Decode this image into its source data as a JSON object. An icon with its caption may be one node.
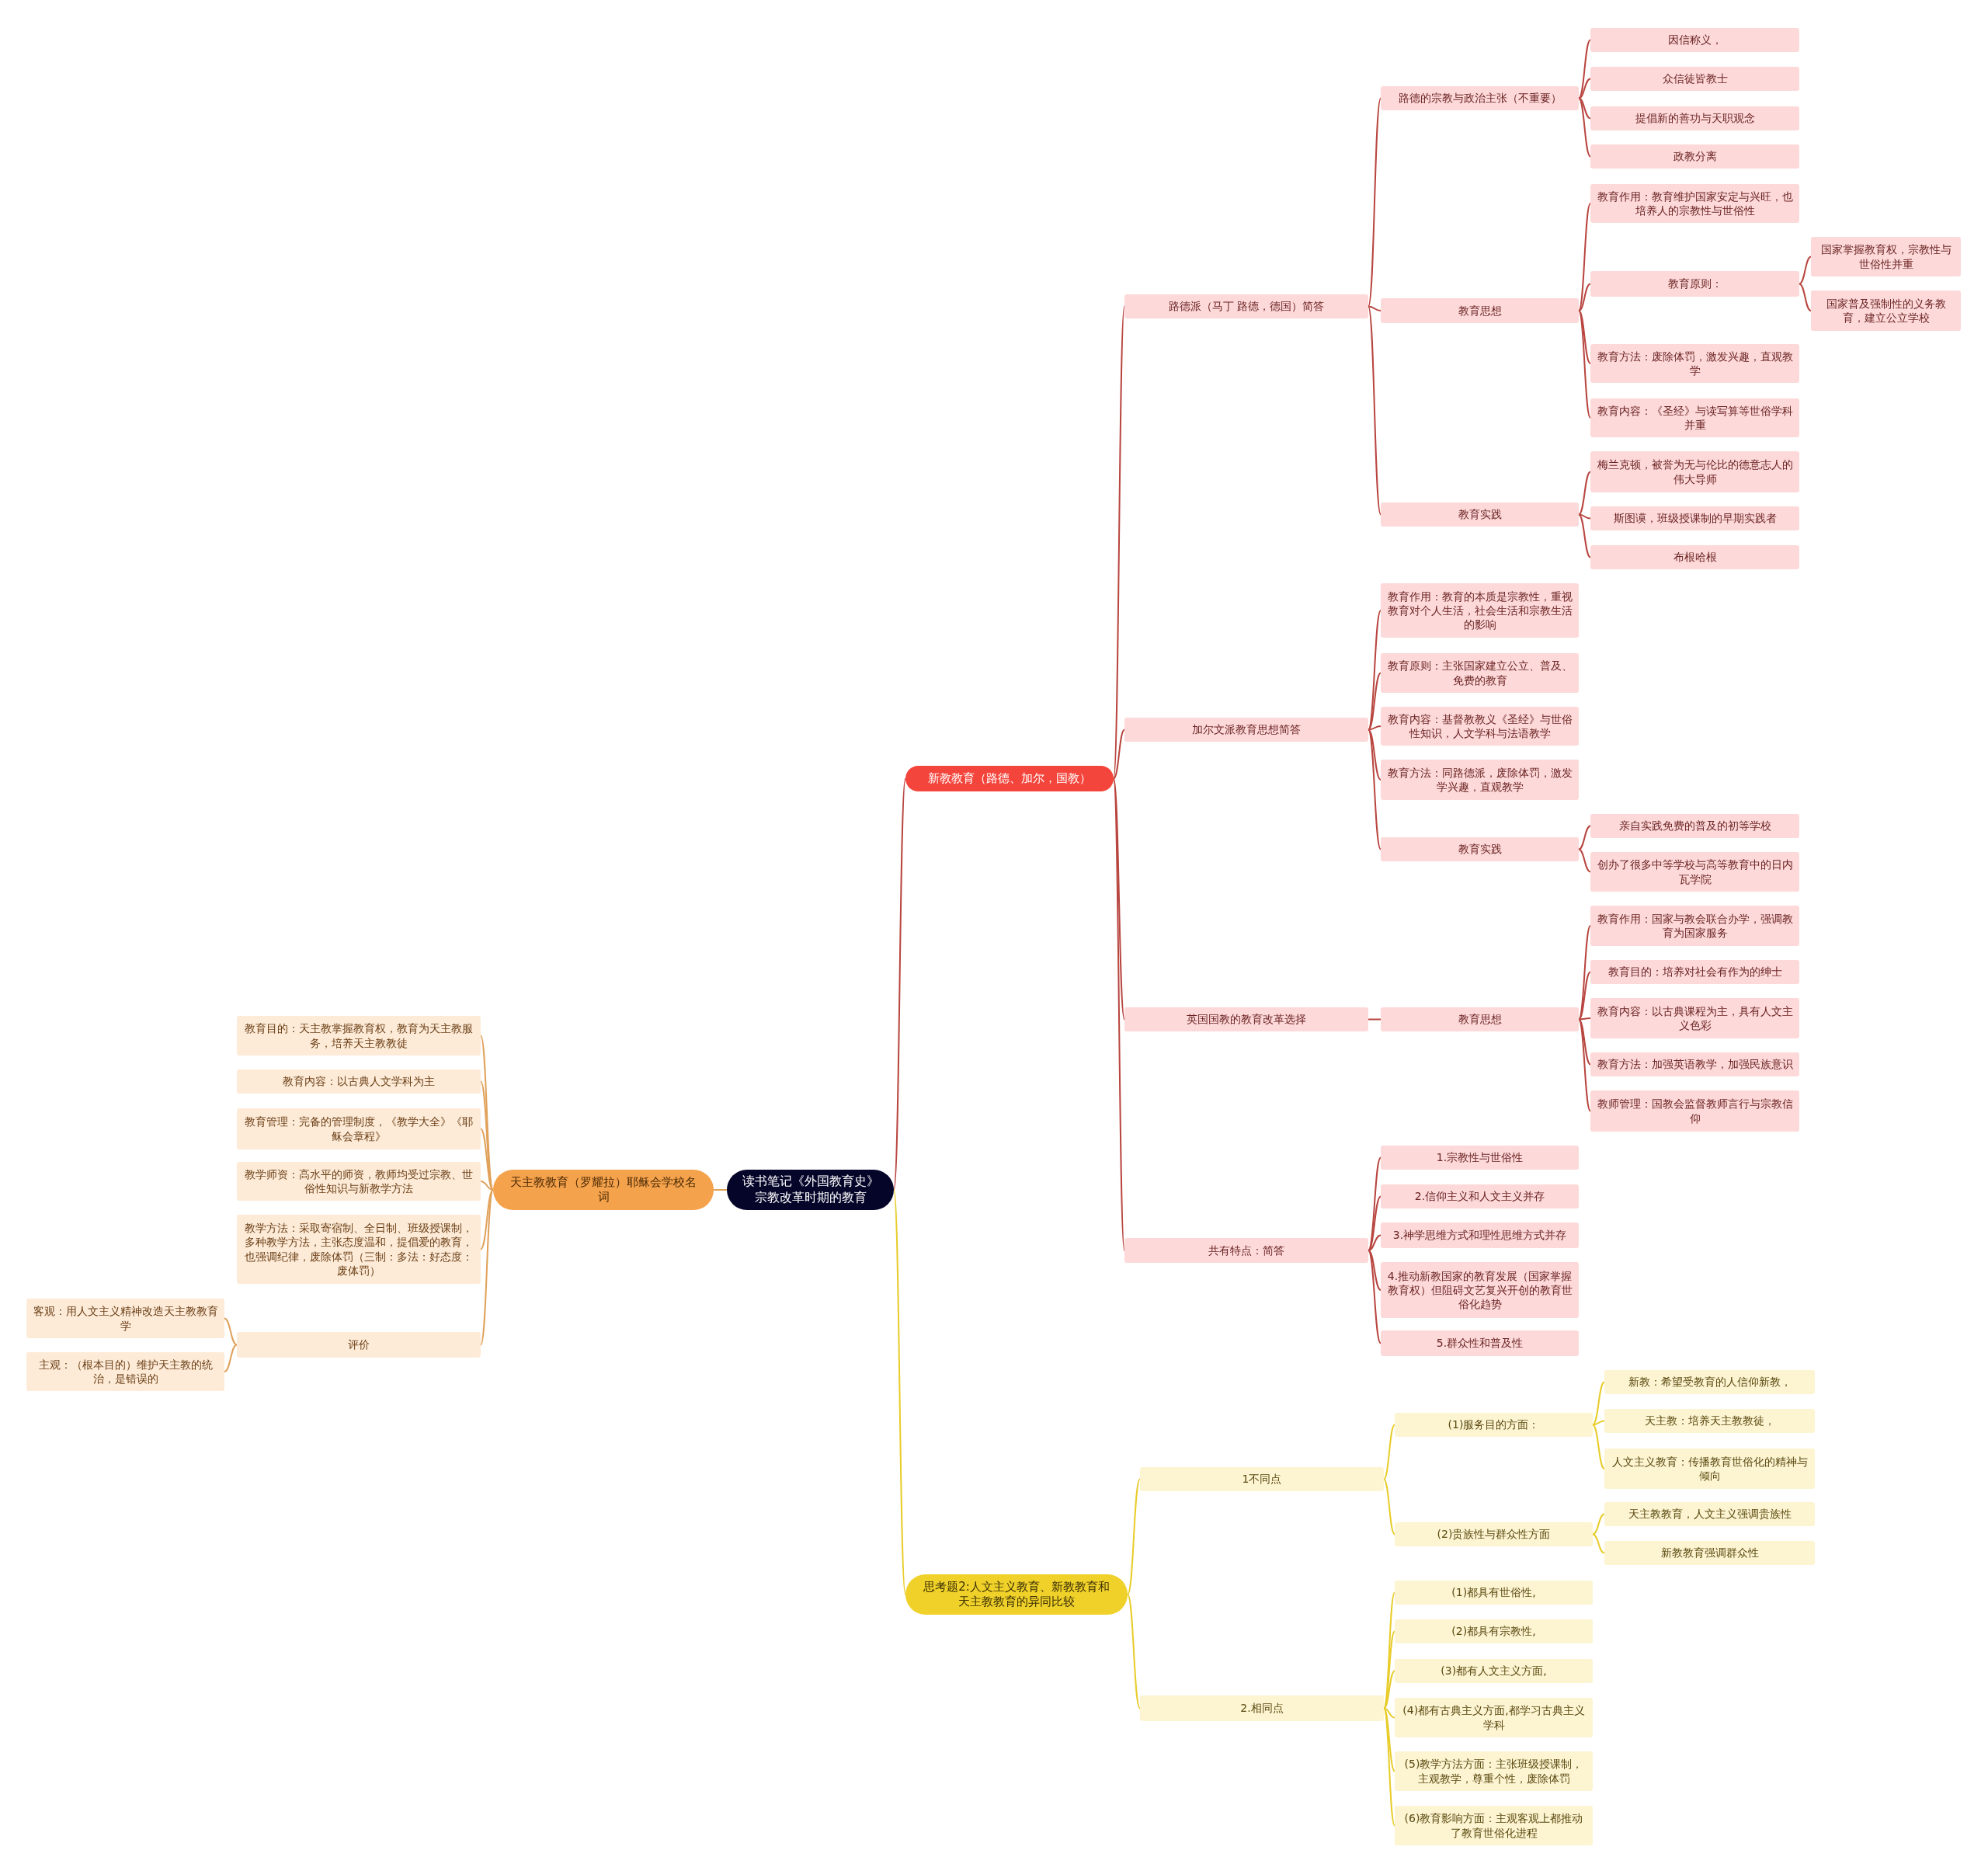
{
  "diagram": {
    "nodes": [
      {
        "text": [
          "读书笔记《外国教育史》宗教改革时期的教育"
        ]
      },
      {
        "text": [
          "新教教育（路德、加尔，国教）"
        ]
      },
      {
        "text": [
          "路德派（马丁  路德，德国）简答"
        ]
      },
      {
        "text": [
          "路德的宗教与政治主张（不重要）"
        ]
      },
      {
        "text": [
          "因信称义，"
        ]
      },
      {
        "text": [
          "众信徒皆教士"
        ]
      },
      {
        "text": [
          "提倡新的善功与天职观念"
        ]
      },
      {
        "text": [
          "政教分离"
        ]
      },
      {
        "text": [
          "教育思想"
        ]
      },
      {
        "text": [
          "教育作用：教育维护国家安定与兴旺，也培养人的宗教性与世俗性"
        ]
      },
      {
        "text": [
          "教育原则："
        ]
      },
      {
        "text": [
          "国家掌握教育权，宗教性与世俗性并重"
        ]
      },
      {
        "text": [
          "国家普及强制性的义务教育，建立公立学校"
        ]
      },
      {
        "text": [
          "教育方法：废除体罚，激发兴趣，直观教学"
        ]
      },
      {
        "text": [
          "教育内容：《圣经》与读写算等世俗学科并重"
        ]
      },
      {
        "text": [
          "教育实践"
        ]
      },
      {
        "text": [
          "梅兰克顿，被誉为无与伦比的德意志人的伟大导师"
        ]
      },
      {
        "text": [
          "斯图谟，班级授课制的早期实践者"
        ]
      },
      {
        "text": [
          "布根哈根"
        ]
      },
      {
        "text": [
          "加尔文派教育思想简答"
        ]
      },
      {
        "text": [
          "教育作用：教育的本质是宗教性，重视教育对个人生活，社会生活和宗教生活的影响"
        ]
      },
      {
        "text": [
          "教育原则：主张国家建立公立、普及、免费的教育"
        ]
      },
      {
        "text": [
          "教育内容：基督教教义《圣经》与世俗性知识，人文学科与法语教学"
        ]
      },
      {
        "text": [
          "教育方法：同路德派，废除体罚，激发学兴趣，直观教学"
        ]
      },
      {
        "text": [
          "教育实践"
        ]
      },
      {
        "text": [
          "亲自实践免费的普及的初等学校"
        ]
      },
      {
        "text": [
          "创办了很多中等学校与高等教育中的日内瓦学院"
        ]
      },
      {
        "text": [
          "英国国教的教育改革选择"
        ]
      },
      {
        "text": [
          "教育思想"
        ]
      },
      {
        "text": [
          "教育作用：国家与教会联合办学，强调教育为国家服务"
        ]
      },
      {
        "text": [
          "教育目的：培养对社会有作为的绅士"
        ]
      },
      {
        "text": [
          "教育内容：以古典课程为主，具有人文主义色彩"
        ]
      },
      {
        "text": [
          "教育方法：加强英语教学，加强民族意识"
        ]
      },
      {
        "text": [
          "教师管理：国教会监督教师言行与宗教信仰"
        ]
      },
      {
        "text": [
          "共有特点：简答"
        ]
      },
      {
        "text": [
          "1.宗教性与世俗性"
        ]
      },
      {
        "text": [
          "2.信仰主义和人文主义并存"
        ]
      },
      {
        "text": [
          "3.神学思维方式和理性思维方式并存"
        ]
      },
      {
        "text": [
          "4.推动新教国家的教育发展（国家掌握教育权）但阻碍文艺复兴开创的教育世俗化趋势"
        ]
      },
      {
        "text": [
          "5.群众性和普及性"
        ]
      },
      {
        "text": [
          "思考题2:人文主义教育、新教教育和天主教教育的异同比较"
        ]
      },
      {
        "text": [
          "1不同点"
        ]
      },
      {
        "text": [
          "(1)服务目的方面："
        ]
      },
      {
        "text": [
          "新教：希望受教育的人信仰新教，"
        ]
      },
      {
        "text": [
          "天主教：培养天主教教徒，"
        ]
      },
      {
        "text": [
          "人文主义教育：传播教育世俗化的精神与倾向"
        ]
      },
      {
        "text": [
          "(2)贵族性与群众性方面"
        ]
      },
      {
        "text": [
          "天主教教育，人文主义强调贵族性"
        ]
      },
      {
        "text": [
          "新教教育强调群众性"
        ]
      },
      {
        "text": [
          "2.相同点"
        ]
      },
      {
        "text": [
          "(1)都具有世俗性,"
        ]
      },
      {
        "text": [
          "(2)都具有宗教性,"
        ]
      },
      {
        "text": [
          "(3)都有人文主义方面,"
        ]
      },
      {
        "text": [
          "(4)都有古典主义方面,都学习古典主义学科"
        ]
      },
      {
        "text": [
          "(5)教学方法方面：主张班级授课制，主观教学，尊重个性，废除体罚"
        ]
      },
      {
        "text": [
          "(6)教育影响方面：主观客观上都推动了教育世俗化进程"
        ]
      },
      {
        "text": [
          "天主教教育（罗耀拉）耶稣会学校名词"
        ]
      },
      {
        "text": [
          "教育目的：天主教掌握教育权，教育为天主教服务，培养天主教教徒"
        ]
      },
      {
        "text": [
          "教育内容：以古典人文学科为主"
        ]
      },
      {
        "text": [
          "教育管理：完备的管理制度，《教学大全》《耶稣会章程》"
        ]
      },
      {
        "text": [
          "教学师资：高水平的师资，教师均受过宗教、世俗性知识与新教学方法"
        ]
      },
      {
        "text": [
          "教学方法：采取寄宿制、全日制、班级授课制，多种教学方法，主张态度温和，提倡爱的教育，也强调纪律，废除体罚（三制：多法：好态度：废体罚）"
        ]
      },
      {
        "text": [
          "评价"
        ]
      },
      {
        "text": [
          "客观：用人文主义精神改造天主教教育学"
        ]
      },
      {
        "text": [
          "主观：（根本目的）维护天主教的统治，是错误的"
        ]
      }
    ],
    "edges": [
      {
        "from": 0,
        "to": 1,
        "arrow": "none"
      },
      {
        "from": 1,
        "to": 2,
        "arrow": "none"
      },
      {
        "from": 2,
        "to": 3,
        "arrow": "none"
      },
      {
        "from": 3,
        "to": 4,
        "arrow": "none"
      },
      {
        "from": 3,
        "to": 5,
        "arrow": "none"
      },
      {
        "from": 3,
        "to": 6,
        "arrow": "none"
      },
      {
        "from": 3,
        "to": 7,
        "arrow": "none"
      },
      {
        "from": 2,
        "to": 8,
        "arrow": "none"
      },
      {
        "from": 8,
        "to": 9,
        "arrow": "none"
      },
      {
        "from": 8,
        "to": 10,
        "arrow": "none"
      },
      {
        "from": 10,
        "to": 11,
        "arrow": "none"
      },
      {
        "from": 10,
        "to": 12,
        "arrow": "none"
      },
      {
        "from": 8,
        "to": 13,
        "arrow": "none"
      },
      {
        "from": 8,
        "to": 14,
        "arrow": "none"
      },
      {
        "from": 2,
        "to": 15,
        "arrow": "none"
      },
      {
        "from": 15,
        "to": 16,
        "arrow": "none"
      },
      {
        "from": 15,
        "to": 17,
        "arrow": "none"
      },
      {
        "from": 15,
        "to": 18,
        "arrow": "none"
      },
      {
        "from": 1,
        "to": 19,
        "arrow": "none"
      },
      {
        "from": 19,
        "to": 20,
        "arrow": "none"
      },
      {
        "from": 19,
        "to": 21,
        "arrow": "none"
      },
      {
        "from": 19,
        "to": 22,
        "arrow": "none"
      },
      {
        "from": 19,
        "to": 23,
        "arrow": "none"
      },
      {
        "from": 19,
        "to": 24,
        "arrow": "none"
      },
      {
        "from": 24,
        "to": 25,
        "arrow": "none"
      },
      {
        "from": 24,
        "to": 26,
        "arrow": "none"
      },
      {
        "from": 1,
        "to": 27,
        "arrow": "none"
      },
      {
        "from": 27,
        "to": 28,
        "arrow": "none"
      },
      {
        "from": 28,
        "to": 29,
        "arrow": "none"
      },
      {
        "from": 28,
        "to": 30,
        "arrow": "none"
      },
      {
        "from": 28,
        "to": 31,
        "arrow": "none"
      },
      {
        "from": 28,
        "to": 32,
        "arrow": "none"
      },
      {
        "from": 28,
        "to": 33,
        "arrow": "none"
      },
      {
        "from": 1,
        "to": 34,
        "arrow": "none"
      },
      {
        "from": 34,
        "to": 35,
        "arrow": "none"
      },
      {
        "from": 34,
        "to": 36,
        "arrow": "none"
      },
      {
        "from": 34,
        "to": 37,
        "arrow": "none"
      },
      {
        "from": 34,
        "to": 38,
        "arrow": "none"
      },
      {
        "from": 34,
        "to": 39,
        "arrow": "none"
      },
      {
        "from": 0,
        "to": 40,
        "arrow": "none",
        "color": "#e8cc2a"
      },
      {
        "from": 40,
        "to": 41,
        "arrow": "none",
        "color": "#e8cc2a"
      },
      {
        "from": 41,
        "to": 42,
        "arrow": "none",
        "color": "#e8cc2a"
      },
      {
        "from": 42,
        "to": 43,
        "arrow": "none",
        "color": "#e8cc2a"
      },
      {
        "from": 42,
        "to": 44,
        "arrow": "none",
        "color": "#e8cc2a"
      },
      {
        "from": 42,
        "to": 45,
        "arrow": "none",
        "color": "#e8cc2a"
      },
      {
        "from": 41,
        "to": 46,
        "arrow": "none",
        "color": "#e8cc2a"
      },
      {
        "from": 46,
        "to": 47,
        "arrow": "none",
        "color": "#e8cc2a"
      },
      {
        "from": 46,
        "to": 48,
        "arrow": "none",
        "color": "#e8cc2a"
      },
      {
        "from": 40,
        "to": 49,
        "arrow": "none",
        "color": "#e8cc2a"
      },
      {
        "from": 49,
        "to": 50,
        "arrow": "none",
        "color": "#e8cc2a"
      },
      {
        "from": 49,
        "to": 51,
        "arrow": "none",
        "color": "#e8cc2a"
      },
      {
        "from": 49,
        "to": 52,
        "arrow": "none",
        "color": "#e8cc2a"
      },
      {
        "from": 49,
        "to": 53,
        "arrow": "none",
        "color": "#e8cc2a"
      },
      {
        "from": 49,
        "to": 54,
        "arrow": "none",
        "color": "#e8cc2a"
      },
      {
        "from": 49,
        "to": 55,
        "arrow": "none",
        "color": "#e8cc2a"
      },
      {
        "from": 0,
        "to": 56,
        "arrow": "none",
        "color": "#e0a15a"
      },
      {
        "from": 56,
        "to": 57,
        "arrow": "none",
        "color": "#e0a15a"
      },
      {
        "from": 56,
        "to": 58,
        "arrow": "none",
        "color": "#e0a15a"
      },
      {
        "from": 56,
        "to": 59,
        "arrow": "none",
        "color": "#e0a15a"
      },
      {
        "from": 56,
        "to": 60,
        "arrow": "none",
        "color": "#e0a15a"
      },
      {
        "from": 56,
        "to": 61,
        "arrow": "none",
        "color": "#e0a15a"
      },
      {
        "from": 56,
        "to": 62,
        "arrow": "none",
        "color": "#e0a15a"
      },
      {
        "from": 62,
        "to": 63,
        "arrow": "none",
        "color": "#e0a15a"
      },
      {
        "from": 62,
        "to": 64,
        "arrow": "none",
        "color": "#e0a15a"
      }
    ]
  }
}
